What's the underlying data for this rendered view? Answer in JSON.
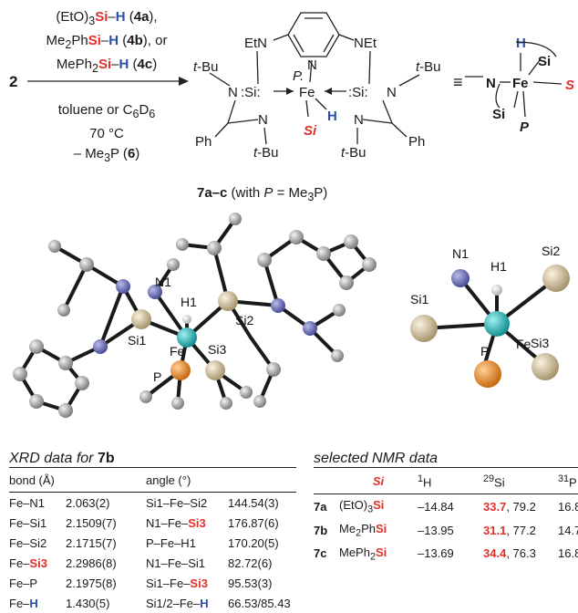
{
  "scheme": {
    "start_compound": "2",
    "reagent_line1_pre": "(EtO)",
    "reagent_line1_sub": "3",
    "reagent_line1_si": "Si",
    "reagent_line1_dash": "–",
    "reagent_line1_h": "H",
    "reagent_line1_label": "4a",
    "reagent_line2_pre": "Me",
    "reagent_line2_sub": "2",
    "reagent_line2_mid": "Ph",
    "reagent_line2_si": "Si",
    "reagent_line2_dash": "–",
    "reagent_line2_h": "H",
    "reagent_line2_label": "4b",
    "reagent_line2_suffix": "), or",
    "reagent_line3_pre": "MePh",
    "reagent_line3_sub": "2",
    "reagent_line3_si": "Si",
    "reagent_line3_dash": "–",
    "reagent_line3_h": "H",
    "reagent_line3_label": "4c",
    "cond_solvent_pre": "toluene or C",
    "cond_solvent_sub1": "6",
    "cond_solvent_mid": "D",
    "cond_solvent_sub2": "6",
    "cond_temp": "70 °C",
    "cond_byproduct_pre": "– Me",
    "cond_byproduct_sub": "3",
    "cond_byproduct_mid": "P (",
    "cond_byproduct_label": "6",
    "cond_byproduct_end": ")",
    "product_label": "7a–c",
    "product_note_pre": " (with ",
    "product_note_p": "P",
    "product_note_mid": " = Me",
    "product_note_sub": "3",
    "product_note_end": "P)",
    "struct_labels": {
      "tbu": "t-Bu",
      "bu_suffix": "-Bu",
      "t": "t",
      "etn": "EtN",
      "net": "NEt",
      "n": "N",
      "si": "Si",
      "fe": "Fe",
      "h": "H",
      "p": "P",
      "ph": "Ph",
      "s_italic": "S",
      "si_italic": "Si",
      "equiv": "≡"
    }
  },
  "crystal_labels": {
    "n1": "N1",
    "h1": "H1",
    "si1": "Si1",
    "si2": "Si2",
    "si3": "Si3",
    "fe": "Fe",
    "p": "P"
  },
  "xrd": {
    "title_pre": "XRD data for ",
    "title_compound": "7b",
    "col_bond": "bond (Å)",
    "col_angle": "angle (°)",
    "rows": [
      {
        "bond_a": "Fe–N1",
        "bond_b": "",
        "bond_val": "2.063(2)",
        "ang_a": "Si1–Fe–Si2",
        "ang_b": "",
        "ang_val": "144.54(3)"
      },
      {
        "bond_a": "Fe–Si1",
        "bond_b": "",
        "bond_val": "2.1509(7)",
        "ang_a": "N1–Fe–",
        "ang_b": "Si3",
        "ang_val": "176.87(6)"
      },
      {
        "bond_a": "Fe–Si2",
        "bond_b": "",
        "bond_val": "2.1715(7)",
        "ang_a": "P–Fe–H1",
        "ang_b": "",
        "ang_val": "170.20(5)"
      },
      {
        "bond_a": "Fe–",
        "bond_b": "Si3",
        "bond_val": "2.2986(8)",
        "ang_a": "N1–Fe–Si1",
        "ang_b": "",
        "ang_val": "82.72(6)"
      },
      {
        "bond_a": "Fe–P",
        "bond_b": "",
        "bond_val": "2.1975(8)",
        "ang_a": "Si1–Fe–",
        "ang_b": "Si3",
        "ang_val": "95.53(3)"
      },
      {
        "bond_a": "Fe–",
        "bond_b": "H",
        "bond_val": "1.430(5)",
        "ang_a": "Si1/2–Fe–",
        "ang_b": "H",
        "ang_val": "66.53/85.43"
      }
    ]
  },
  "nmr": {
    "title": "selected NMR data",
    "col_si": "Si",
    "col_h_sup": "1",
    "col_h": "H",
    "col_si29_sup": "29",
    "col_si29": "Si",
    "col_p_sup": "31",
    "col_p": "P",
    "rows": [
      {
        "cmpd": "7a",
        "si_pre": "(EtO)",
        "si_sub": "3",
        "si_mid": "",
        "si_sub2": "",
        "si_el": "Si",
        "h": "–14.84",
        "si29_red": "33.7",
        "si29_rest": ", 79.2",
        "p": "16.8"
      },
      {
        "cmpd": "7b",
        "si_pre": "Me",
        "si_sub": "2",
        "si_mid": "Ph",
        "si_sub2": "",
        "si_el": "Si",
        "h": "–13.95",
        "si29_red": "31.1",
        "si29_rest": ", 77.2",
        "p": "14.7"
      },
      {
        "cmpd": "7c",
        "si_pre": "MePh",
        "si_sub": "2",
        "si_mid": "",
        "si_sub2": "",
        "si_el": "Si",
        "h": "–13.69",
        "si29_red": "34.4",
        "si29_rest": ", 76.3",
        "p": "16.8"
      }
    ]
  },
  "colors": {
    "si_red": "#e0302a",
    "h_blue": "#2b4fa8",
    "fe_teal": "#1fb0b4",
    "p_orange": "#e8882a",
    "si_tan": "#d8c6a0",
    "n_blue": "#6f73b8",
    "c_gray": "#9a9a9a"
  }
}
